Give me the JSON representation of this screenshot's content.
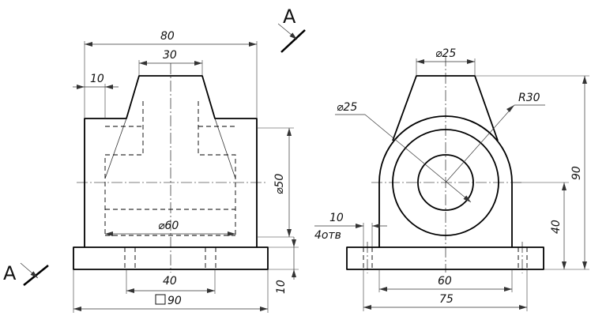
{
  "section_labels": {
    "top": "A",
    "left": "A"
  },
  "front_view": {
    "width": "80",
    "top_width": "30",
    "step": "10",
    "bore_diameter": "⌀60",
    "height": "⌀50",
    "hole_spacing": "40",
    "base_size": "90",
    "base_thickness": "10"
  },
  "side_view": {
    "top_diameter": "⌀25",
    "inner_diameter": "⌀25",
    "radius": "R30",
    "total_height": "90",
    "center_height": "40",
    "hole_size": "10",
    "hole_count": "4отв",
    "inner_width": "60",
    "base_length": "75"
  }
}
